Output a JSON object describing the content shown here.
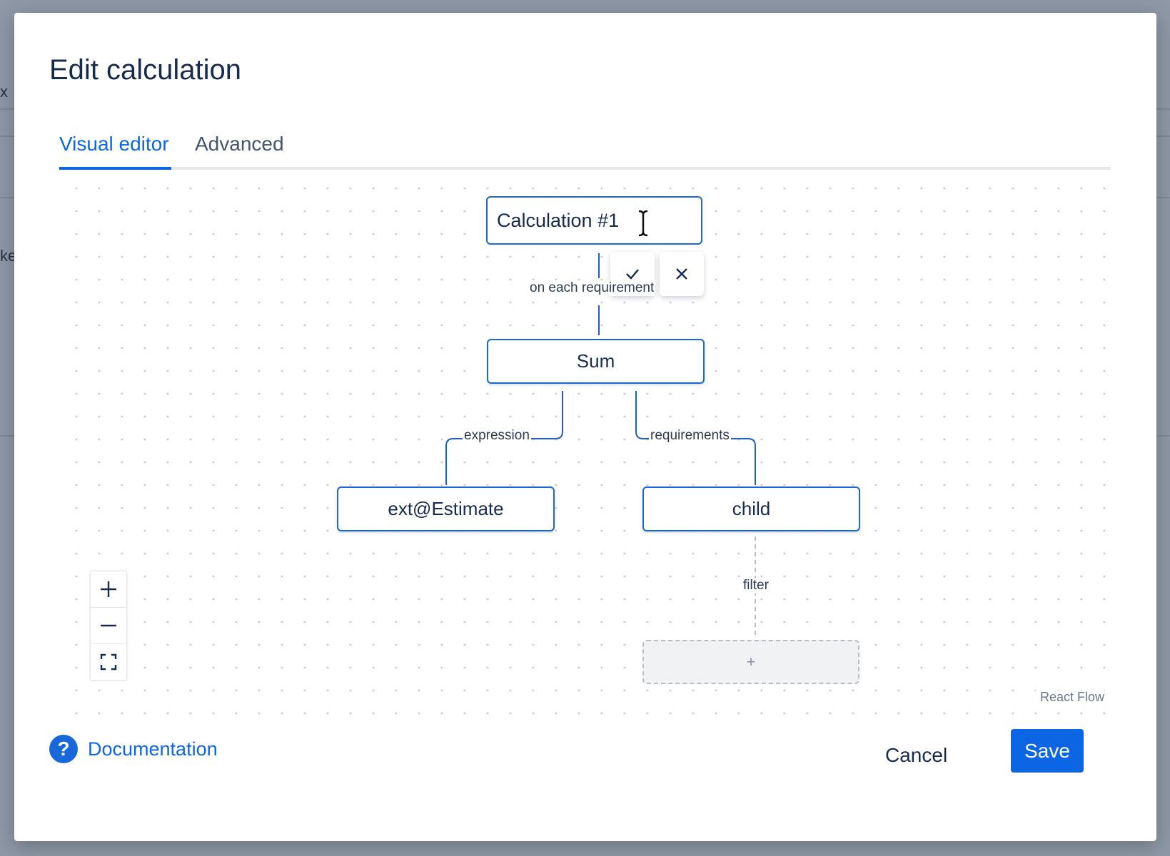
{
  "modal": {
    "title": "Edit calculation",
    "tabs": [
      {
        "label": "Visual editor",
        "active": true
      },
      {
        "label": "Advanced",
        "active": false
      }
    ]
  },
  "flow": {
    "name_input_value": "Calculation #1",
    "edge_labels": {
      "root": "on each requirement",
      "expression": "expression",
      "requirements": "requirements",
      "filter": "filter"
    },
    "nodes": {
      "sum": "Sum",
      "expression": "ext@Estimate",
      "child": "child"
    },
    "add_node_symbol": "+",
    "attribution": "React Flow"
  },
  "footer": {
    "documentation_label": "Documentation",
    "cancel_label": "Cancel",
    "save_label": "Save"
  },
  "backdrop": {
    "fragment_1": "x",
    "fragment_2": "ke"
  },
  "colors": {
    "accent": "#0c66e4",
    "node_border": "#1868db",
    "text": "#172b4d"
  }
}
